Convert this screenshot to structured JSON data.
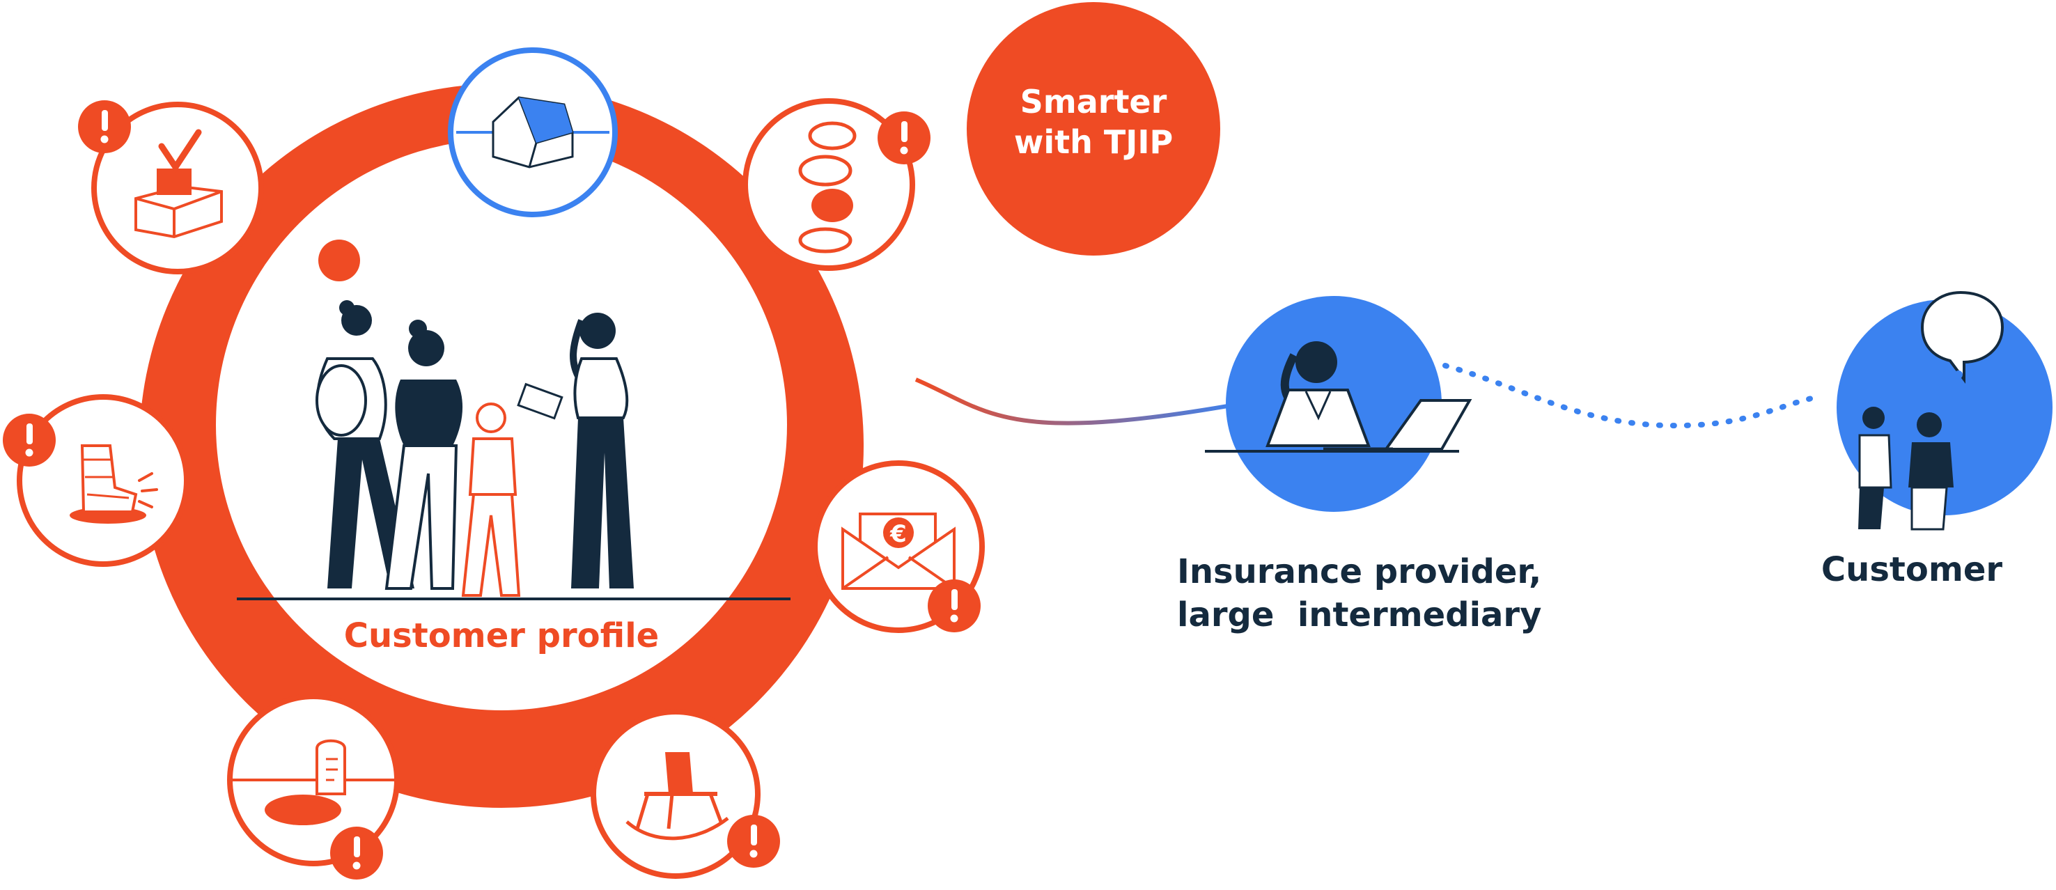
{
  "colors": {
    "orange": "#ef4b24",
    "blue": "#3b82f0",
    "navy": "#142a3e",
    "white": "#ffffff"
  },
  "labels": {
    "customer_profile": "Customer profile",
    "smarter_line1": "Smarter",
    "smarter_line2": "with TJIP",
    "provider_line1": "Insurance provider,",
    "provider_line2": "large  intermediary",
    "customer": "Customer"
  },
  "icons": [
    "house-icon",
    "checked-boxes-icon",
    "coins-icon",
    "leg-cast-icon",
    "euro-envelope-icon",
    "gravestone-icon",
    "rocking-chair-icon",
    "exclamation-icon",
    "speech-bubble-icon"
  ]
}
